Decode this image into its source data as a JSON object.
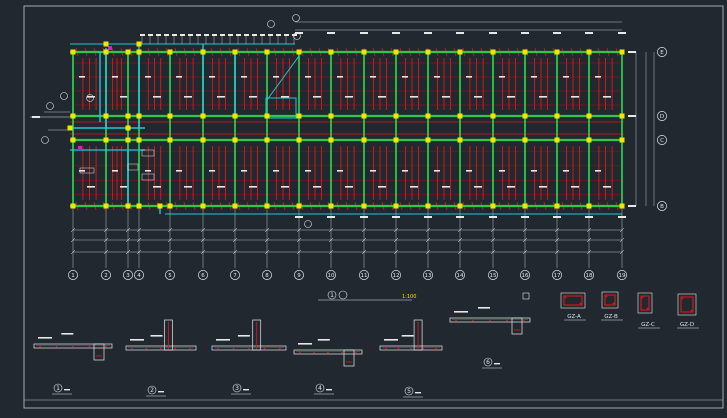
{
  "grid": {
    "columns": [
      "1",
      "2",
      "3",
      "4",
      "5",
      "6",
      "7",
      "8",
      "9",
      "10",
      "11",
      "12",
      "13",
      "14",
      "15",
      "16",
      "17",
      "18",
      "19"
    ],
    "rows": [
      "E",
      "D",
      "C",
      "B"
    ]
  },
  "plan_label": {
    "number": "1",
    "scale": "1:100"
  },
  "sections": [
    "1",
    "2",
    "3",
    "4",
    "5",
    "6"
  ],
  "column_details": [
    "GZ-A",
    "GZ-B",
    "GZ-C",
    "GZ-D"
  ],
  "colors": {
    "background": "#212830",
    "border": "#c8c8c8",
    "wall": "#2ec84a",
    "column": "#f2e600",
    "cyan": "#1ec8d8",
    "rebar": "#e01818",
    "dark_rebar": "#8a1010",
    "annotation": "#e8e8e8",
    "magenta": "#d020d0"
  }
}
